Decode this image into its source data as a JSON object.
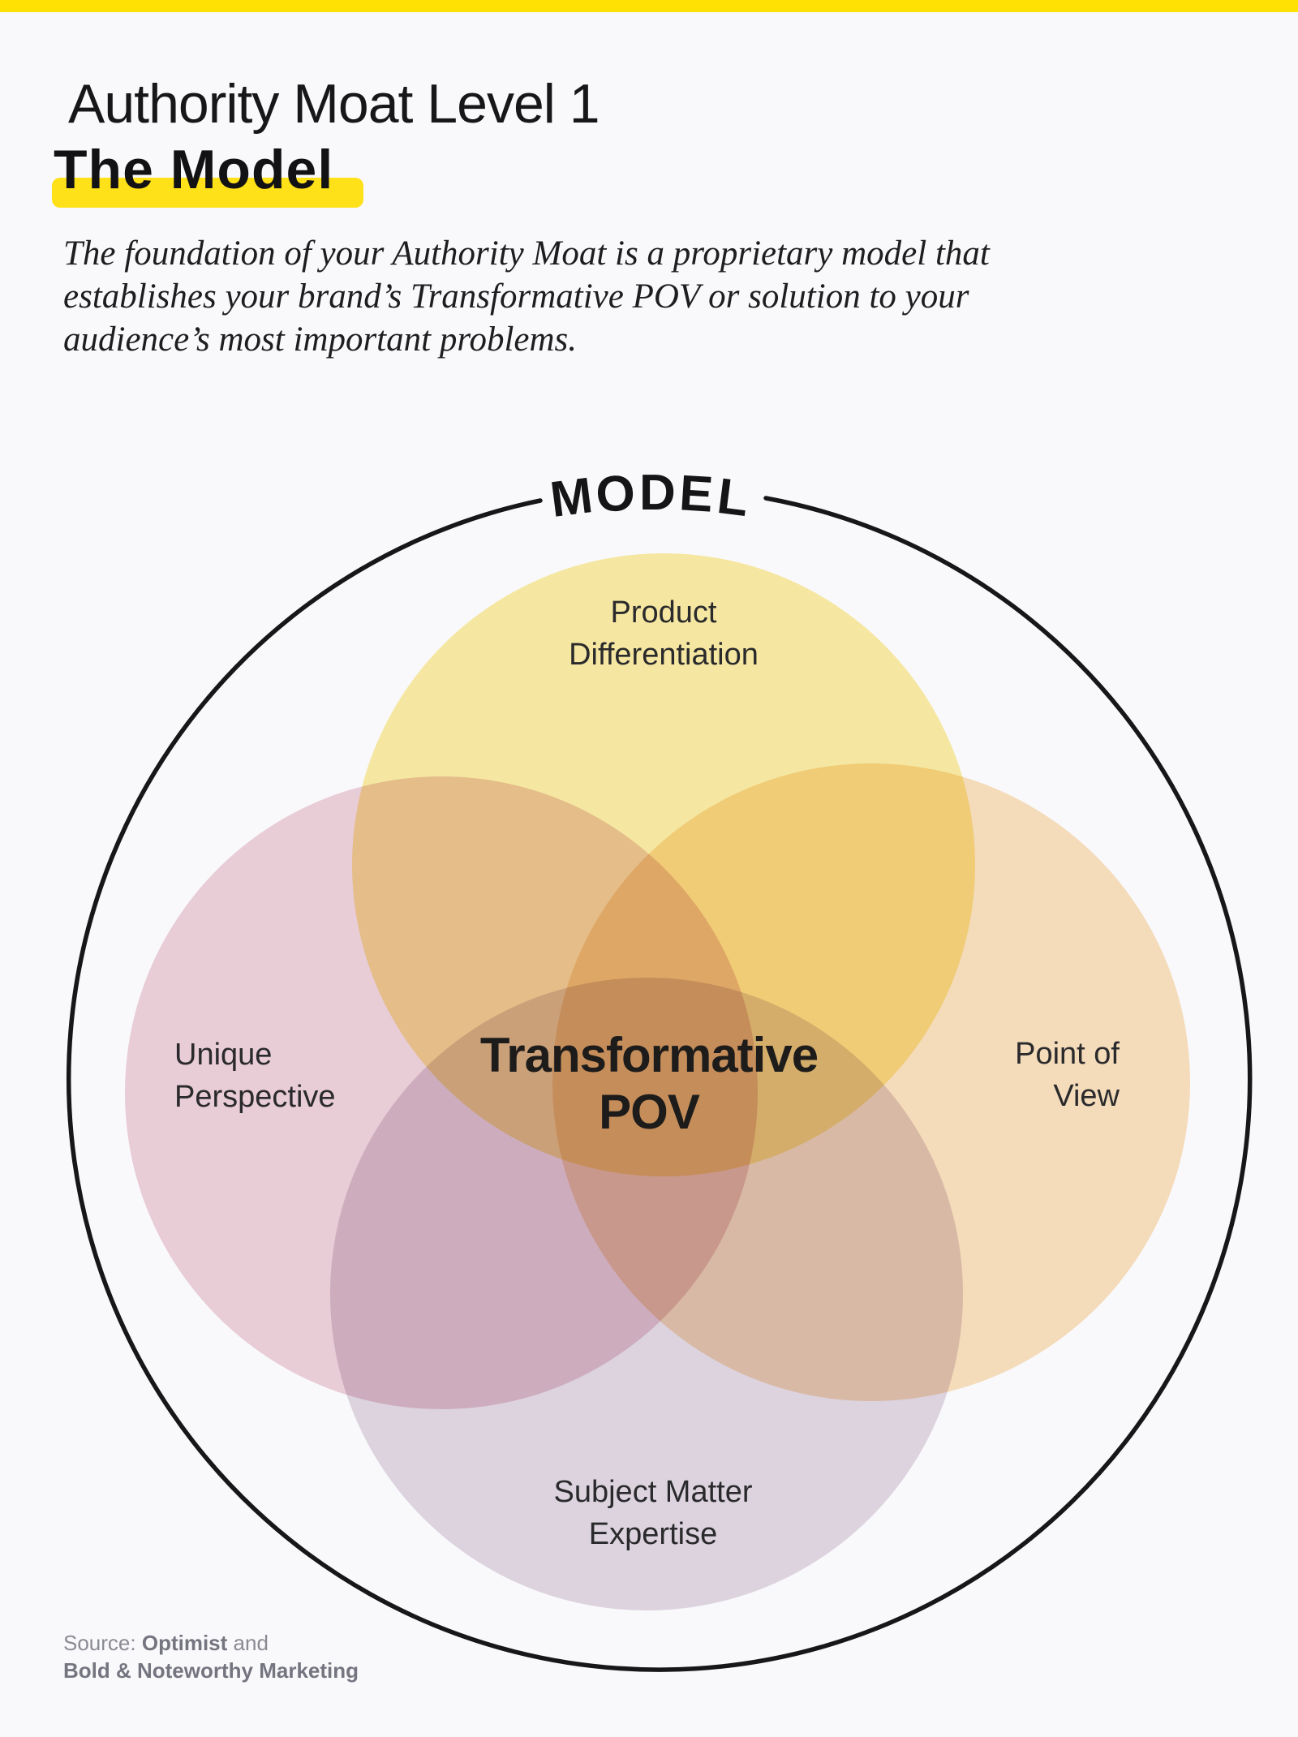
{
  "header": {
    "title_line1": "Authority Moat Level 1",
    "title_line2": "The Model"
  },
  "intro": {
    "lines": [
      "The foundation of your Authority Moat is a proprietary model that",
      "establishes your brand’s Transformative POV or solution to your",
      "audience’s most important problems."
    ]
  },
  "diagram": {
    "ring_label": "MODEL",
    "center_label": "Transformative POV",
    "circles": [
      {
        "label": "Product Differentiation",
        "color": "#FBEC9B",
        "position": "top"
      },
      {
        "label": "Unique Perspective",
        "color": "#EDCDD6",
        "position": "left"
      },
      {
        "label": "Point of View",
        "color": "#FADFB7",
        "position": "right"
      },
      {
        "label": "Subject Matter Expertise",
        "color": "#E0D5E0",
        "position": "bottom"
      }
    ]
  },
  "source": {
    "prefix": "Source:",
    "name1": "Optimist",
    "conjunction": "and",
    "name2": "Bold & Noteworthy Marketing"
  },
  "colors": {
    "background": "#F9F9FC",
    "top_bar": "#FFE204",
    "title_highlight": "#FFE11A",
    "ring_outline": "#17171a",
    "text_dark": "#17171a",
    "text_gray": "#8a8a93"
  }
}
